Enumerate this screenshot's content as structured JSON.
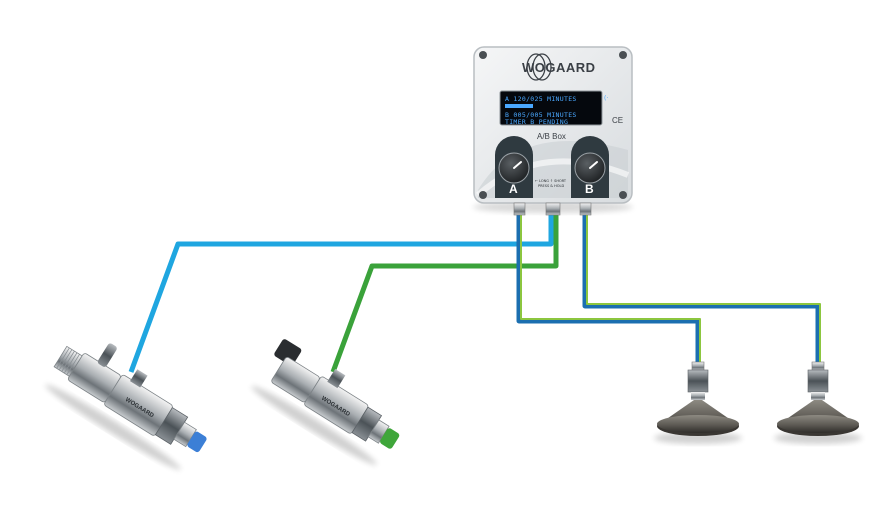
{
  "controller": {
    "brand": "WOGAARD",
    "model_label": "A/B Box",
    "display": {
      "line1": "A  120/025 MINUTES",
      "line2": "B  005/005 MINUTES",
      "line3": "   TIMER B PENDING"
    },
    "ce_mark": "CE",
    "knob_a_label": "A",
    "knob_b_label": "B",
    "knob_small_print": "← LONG  ↑ SHORT",
    "knob_small_print2": "PRESS & HOLD"
  },
  "valves": {
    "left_brand": "WOGAARD",
    "right_brand": "WOGAARD"
  },
  "colors": {
    "line_blue": "#1fa6e0",
    "line_green": "#3aa23a",
    "line_a_blue": "#1b6fb0",
    "line_a_green": "#8cc63f",
    "enclosure": "#e9ecee",
    "knob_panel": "#2f3a40"
  }
}
